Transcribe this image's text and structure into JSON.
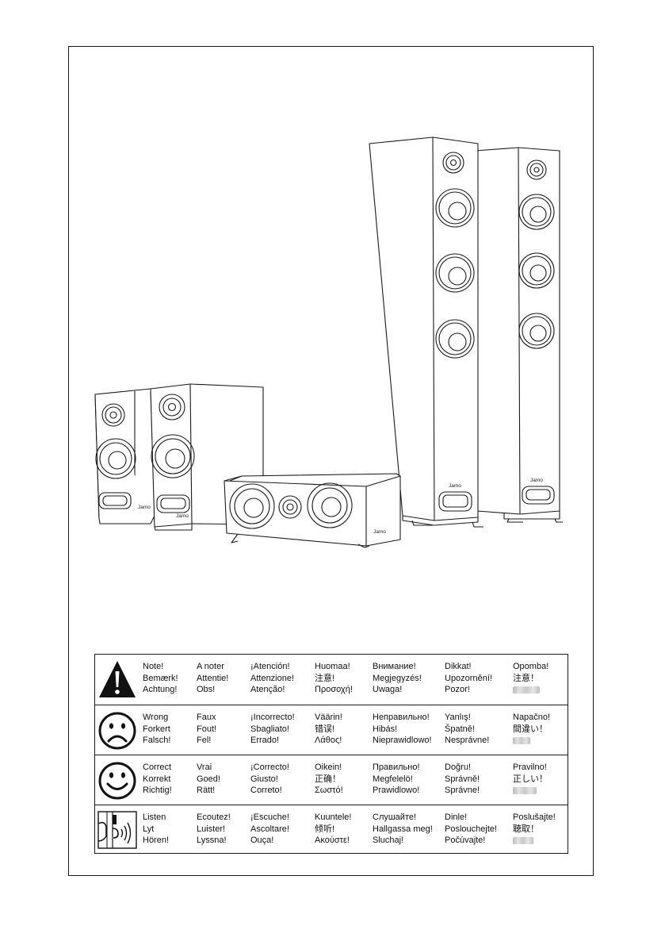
{
  "illustration": {
    "brand_badge": "Jamo",
    "items": [
      "bookshelf-speaker-left",
      "bookshelf-speaker-right",
      "center-speaker",
      "floorstanding-speaker-front",
      "floorstanding-speaker-back"
    ]
  },
  "legend": {
    "rows": [
      {
        "icon": "warning-triangle-icon",
        "columns": [
          [
            "Note!",
            "Bemærk!",
            "Achtung!"
          ],
          [
            "A noter",
            "Attentie!",
            "Obs!"
          ],
          [
            "¡Atención!",
            "Attenzione!",
            "Atenção!"
          ],
          [
            "Huomaa!",
            "注意!",
            "Προσοχή!"
          ],
          [
            "Внимание!",
            "Megjegyzés!",
            "Uwaga!"
          ],
          [
            "Dikkat!",
            "Upozornění!",
            "Pozor!"
          ],
          [
            "Opomba!",
            "注意！",
            ""
          ]
        ]
      },
      {
        "icon": "sad-face-icon",
        "columns": [
          [
            "Wrong",
            "Forkert",
            "Falsch!"
          ],
          [
            "Faux",
            "Fout!",
            "Fel!"
          ],
          [
            "¡Incorrecto!",
            "Sbagliato!",
            "Errado!"
          ],
          [
            "Väärin!",
            "错误!",
            "Λάθος!"
          ],
          [
            "Неправильно!",
            "Hibás!",
            "Nieprawidlowo!"
          ],
          [
            "Yanlış!",
            "Špatně!",
            "Nesprávne!"
          ],
          [
            "Napačno!",
            "間違い！",
            ""
          ]
        ]
      },
      {
        "icon": "happy-face-icon",
        "columns": [
          [
            "Correct",
            "Korrekt",
            "Richtig!"
          ],
          [
            "Vrai",
            "Goed!",
            "Rätt!"
          ],
          [
            "¡Correcto!",
            "Giusto!",
            "Correto!"
          ],
          [
            "Oikein!",
            "正确！",
            "Σωστό!"
          ],
          [
            "Правильно!",
            "Megfelelö!",
            "Prawidlowo!"
          ],
          [
            "Doğru!",
            "Správně!",
            "Správne!"
          ],
          [
            "Pravilno!",
            "正しい！",
            ""
          ]
        ]
      },
      {
        "icon": "listening-head-icon",
        "columns": [
          [
            "Listen",
            "Lyt",
            "Hören!"
          ],
          [
            "Ecoutez!",
            "Luister!",
            "Lyssna!"
          ],
          [
            "¡Escuche!",
            "Ascoltare!",
            "Ouça!"
          ],
          [
            "Kuuntele!",
            "倾听!",
            "Ακούστε!"
          ],
          [
            "Слушайте!",
            "Hallgassa meg!",
            "Sluchaj!"
          ],
          [
            "Dinle!",
            "Poslouchejte!",
            "Počúvajte!"
          ],
          [
            "Poslušajte!",
            "聴取！",
            ""
          ]
        ]
      }
    ]
  }
}
